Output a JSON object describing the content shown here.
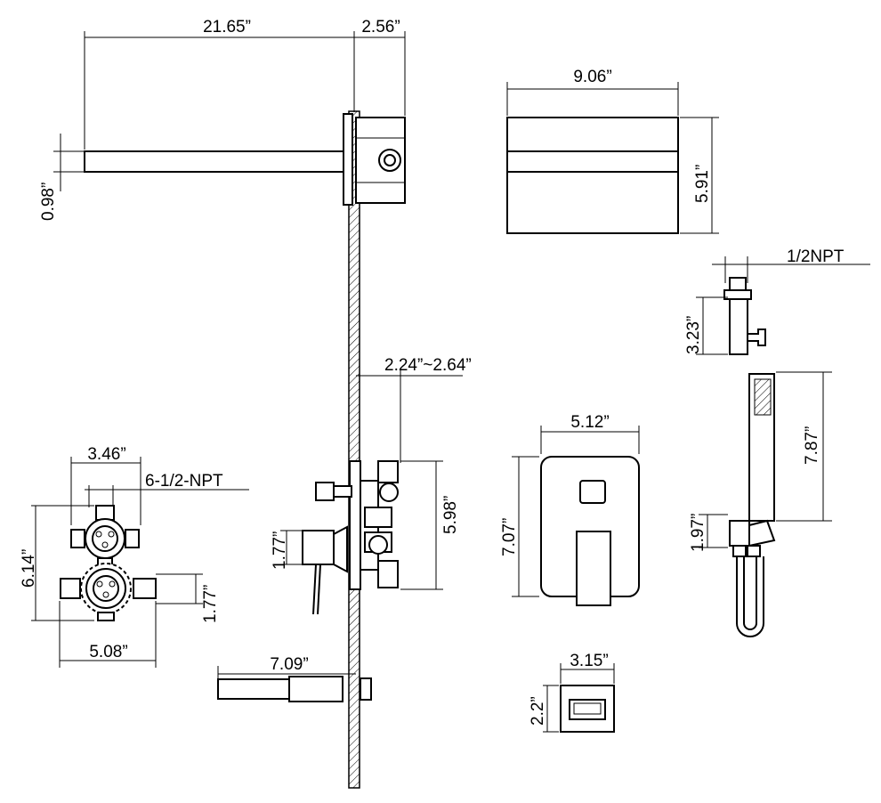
{
  "dimensions": {
    "arm_length": "21.65”",
    "box_depth": "2.56”",
    "arm_height": "0.98”",
    "head_width": "9.06”",
    "head_depth": "5.91”",
    "bracket_thread": "1/2NPT",
    "bracket_height": "3.23”",
    "wall_range": "2.24”~2.64”",
    "handshower_length": "7.87”",
    "trim_width": "5.12”",
    "trim_height": "7.07”",
    "valve_width": "3.46”",
    "valve_thread": "6-1/2-NPT",
    "valve_height": "6.14”",
    "valve_port": "1.77”",
    "valve_body_height": "5.98”",
    "handle_height": "1.77”",
    "holder_height": "1.97”",
    "valve_base_width": "5.08”",
    "spout_length": "7.09”",
    "button_width": "3.15”",
    "button_height": "2.2”"
  }
}
